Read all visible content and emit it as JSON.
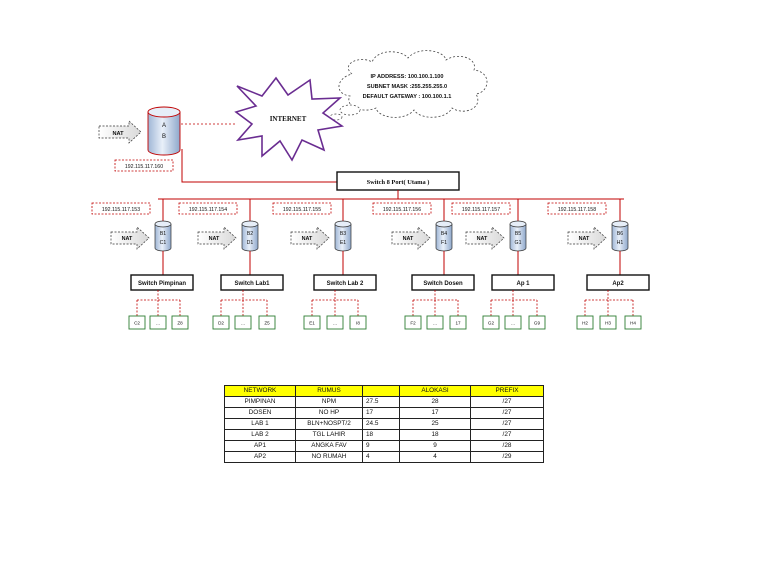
{
  "cloud_info": {
    "ip_address": "IP ADDRESS: 100.100.1.100",
    "subnet_mask": "SUBNET MASK :255.255.255.0",
    "default_gateway": "DEFAULT GATEWAY : 100.100.1.1"
  },
  "internet_label": "INTERNET",
  "main_router": {
    "line1": "A",
    "line2": "B",
    "nat": "NAT",
    "ip": "192.115.117.160"
  },
  "main_switch": "Switch 8 Port( Utama )",
  "branches": [
    {
      "ip": "192.115.117.153",
      "router_line1": "B1",
      "router_line2": "C1",
      "nat": "NAT",
      "switch": "Switch Pimpinan",
      "hosts": [
        "C2",
        "...",
        "Z8"
      ]
    },
    {
      "ip": "192.115.117.154",
      "router_line1": "B2",
      "router_line2": "D1",
      "nat": "NAT",
      "switch": "Switch Lab1",
      "hosts": [
        "D2",
        "...",
        "Z5"
      ]
    },
    {
      "ip": "192.115.117.155",
      "router_line1": "B3",
      "router_line2": "E1",
      "nat": "NAT",
      "switch": "Switch Lab 2",
      "hosts": [
        "E1",
        "...",
        "I8"
      ]
    },
    {
      "ip": "192.115.117.156",
      "router_line1": "B4",
      "router_line2": "F1",
      "nat": "NAT",
      "switch": "Switch Dosen",
      "hosts": [
        "F2",
        "...",
        "17"
      ]
    },
    {
      "ip": "192.115.117.157",
      "router_line1": "B5",
      "router_line2": "G1",
      "nat": "NAT",
      "switch": "Ap 1",
      "hosts": [
        "G2",
        "...",
        "G9"
      ]
    },
    {
      "ip": "192.115.117.158",
      "router_line1": "B6",
      "router_line2": "H1",
      "nat": "NAT",
      "switch": "Ap2",
      "hosts": [
        "H2",
        "H3",
        "H4"
      ]
    }
  ],
  "table": {
    "headers": [
      "NETWORK",
      "RUMUS",
      "",
      "ALOKASI",
      "PREFIX"
    ],
    "rows": [
      [
        "PIMPINAN",
        "NPM",
        "27.5",
        "28",
        "/27"
      ],
      [
        "DOSEN",
        "NO HP",
        "17",
        "17",
        "/27"
      ],
      [
        "LAB 1",
        "BLN+NOSPT/2",
        "24.5",
        "25",
        "/27"
      ],
      [
        "LAB 2",
        "TGL LAHIR",
        "18",
        "18",
        "/27"
      ],
      [
        "AP1",
        "ANGKA FAV",
        "9",
        "9",
        "/28"
      ],
      [
        "AP2",
        "NO RUMAH",
        "4",
        "4",
        "/29"
      ]
    ]
  },
  "colors": {
    "link": "#c00000",
    "router_fill": "#c5d6ec",
    "router_top": "#e6eef8",
    "main_router_fill": "#dde6f3",
    "header_fill": "#ffff00",
    "star_stroke": "#6a2d91"
  }
}
